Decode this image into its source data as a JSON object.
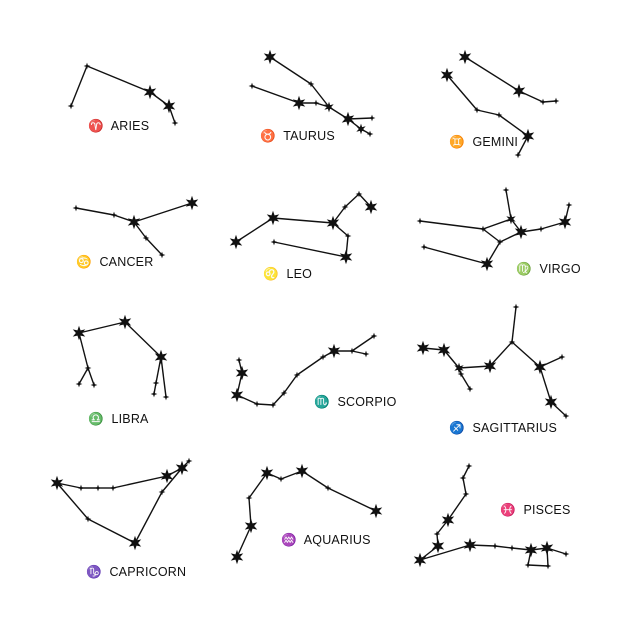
{
  "colors": {
    "ink": "#111111",
    "background": "#ffffff"
  },
  "constellations": [
    {
      "id": "aries",
      "symbol": "♈",
      "label": "ARIES"
    },
    {
      "id": "taurus",
      "symbol": "♉",
      "label": "TAURUS"
    },
    {
      "id": "gemini",
      "symbol": "♊",
      "label": "GEMINI"
    },
    {
      "id": "cancer",
      "symbol": "♋",
      "label": "CANCER"
    },
    {
      "id": "leo",
      "symbol": "♌",
      "label": "LEO"
    },
    {
      "id": "virgo",
      "symbol": "♍",
      "label": "VIRGO"
    },
    {
      "id": "libra",
      "symbol": "♎",
      "label": "LIBRA"
    },
    {
      "id": "scorpio",
      "symbol": "♏",
      "label": "SCORPIO"
    },
    {
      "id": "sagittarius",
      "symbol": "♐",
      "label": "SAGITTARIUS"
    },
    {
      "id": "capricorn",
      "symbol": "♑",
      "label": "CAPRICORN"
    },
    {
      "id": "aquarius",
      "symbol": "♒",
      "label": "AQUARIUS"
    },
    {
      "id": "pisces",
      "symbol": "♓",
      "label": "PISCES"
    }
  ]
}
